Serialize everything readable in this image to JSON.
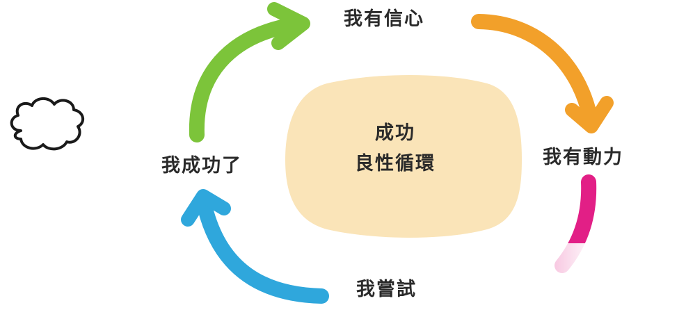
{
  "diagram": {
    "center": {
      "line1": "成功",
      "line2": "良性循環"
    },
    "nodes": {
      "top": "我有信心",
      "right": "我有動力",
      "bottom": "我嘗試",
      "left": "我成功了"
    }
  },
  "colors": {
    "blob": "#fae4b8",
    "arrow_green": "#7cc43a",
    "arrow_orange": "#f2a02a",
    "arrow_magenta": "#e21f86",
    "arrow_blue": "#2fa7dc",
    "text": "#2a2a2a"
  },
  "icons": {
    "cloud": "cloud-icon"
  }
}
